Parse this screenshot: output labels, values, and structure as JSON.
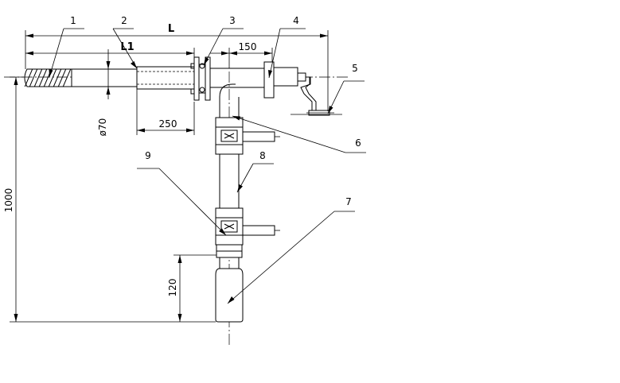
{
  "drawing": {
    "dimensions": {
      "overall_length": "L",
      "length_1": "L1",
      "segment_right": "150",
      "segment_bottom": "250",
      "diameter": "ø70",
      "height_total": "1000",
      "height_bottom": "120"
    },
    "callouts": [
      "1",
      "2",
      "3",
      "4",
      "5",
      "6",
      "7",
      "8",
      "9"
    ]
  }
}
